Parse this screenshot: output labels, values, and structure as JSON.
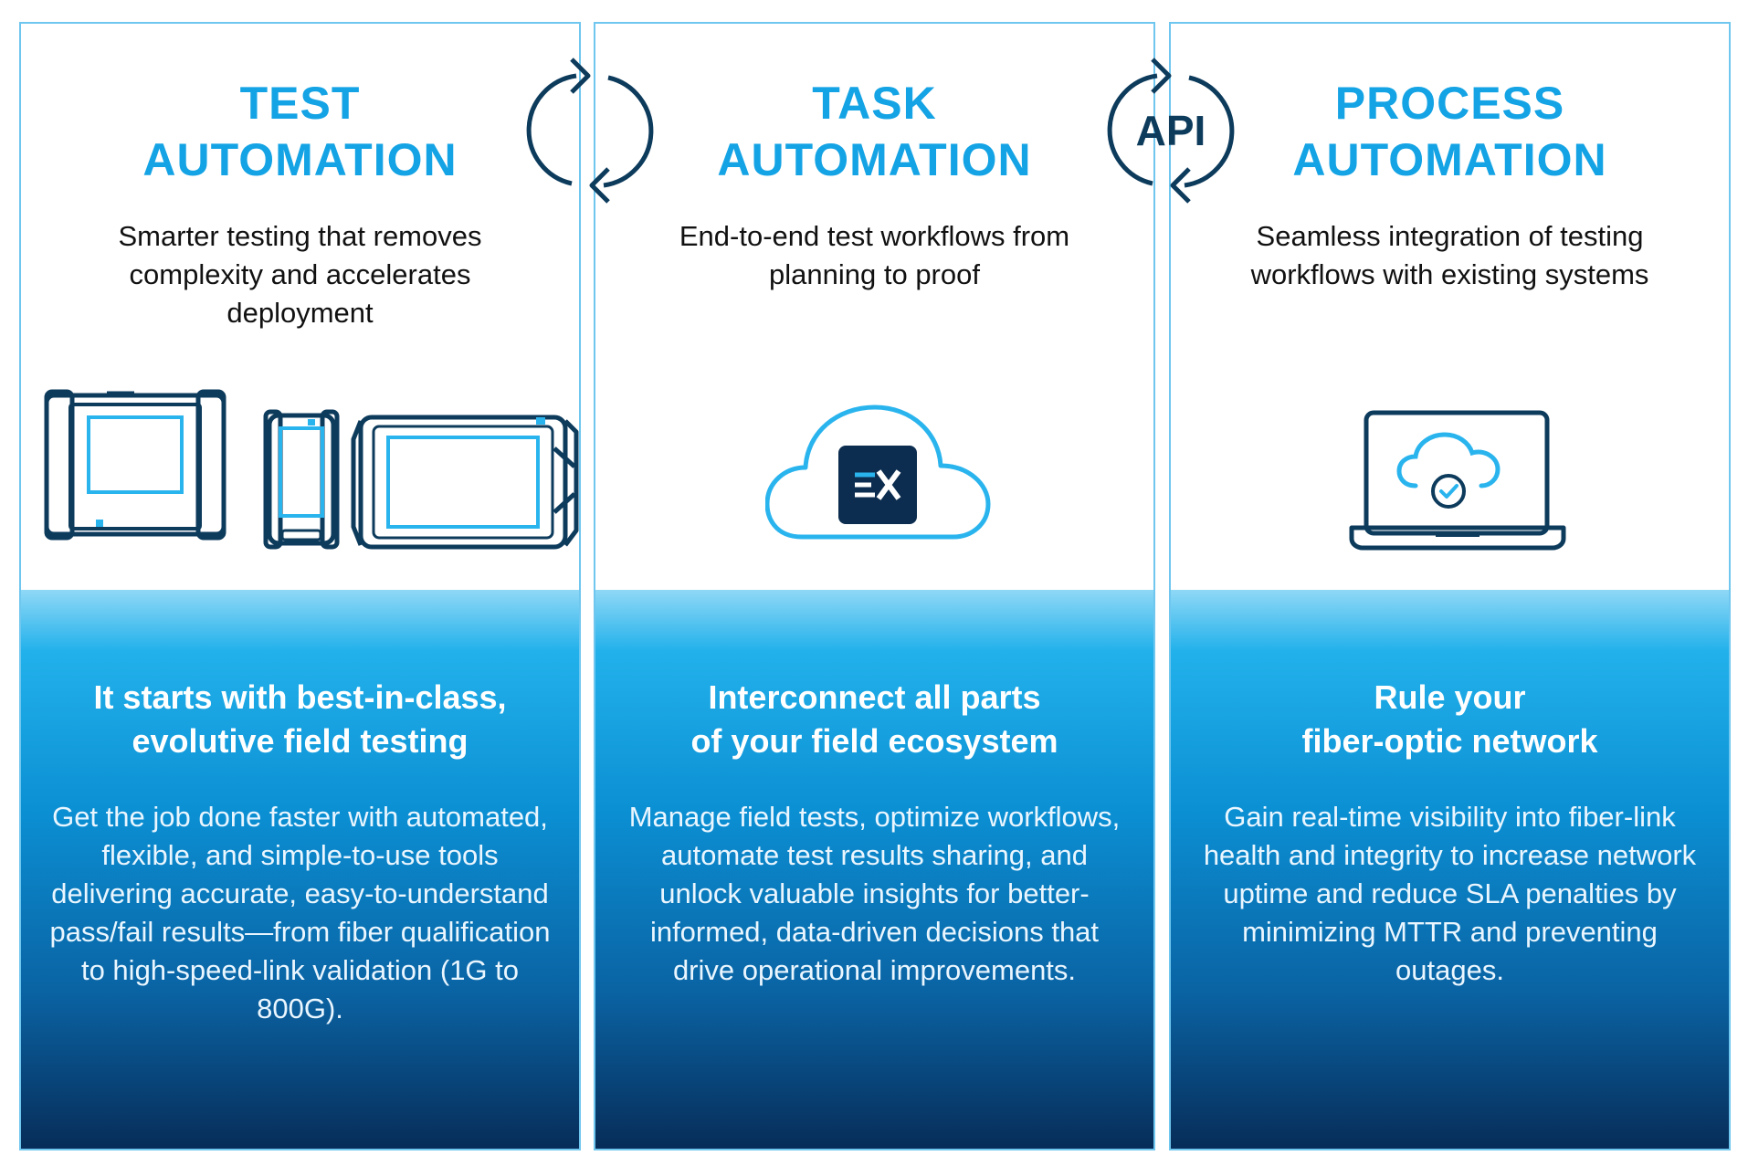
{
  "columns": [
    {
      "title_line1": "TEST",
      "title_line2": "AUTOMATION",
      "subtitle": "Smarter testing that removes complexity and accelerates deployment",
      "illustration": "handheld-test-devices",
      "heading_line1": "It starts with best-in-class,",
      "heading_line2": "evolutive field testing",
      "body": "Get the job done faster with automated, flexible, and simple-to-use tools delivering accurate, easy-to-understand pass/fail results—from fiber qualification to high-speed-link validation (1G to 800G)."
    },
    {
      "title_line1": "TASK",
      "title_line2": "AUTOMATION",
      "subtitle": "End-to-end test workflows from planning to proof",
      "illustration": "cloud-ex-logo",
      "logo_text": "EX",
      "heading_line1": "Interconnect all parts",
      "heading_line2": "of your field ecosystem",
      "body": "Manage field tests, optimize workflows, automate test results sharing, and unlock valuable insights for better-informed, data-driven decisions that drive operational improvements."
    },
    {
      "title_line1": "PROCESS",
      "title_line2": "AUTOMATION",
      "subtitle": "Seamless integration of testing workflows with existing systems",
      "illustration": "laptop-cloud-check",
      "heading_line1": "Rule your",
      "heading_line2": "fiber-optic network",
      "body": "Gain real-time visibility into fiber-link health and integrity to increase network uptime and reduce SLA penalties by minimizing MTTR and preventing outages."
    }
  ],
  "connectors": [
    {
      "icon": "cycle-arrows-icon",
      "label": ""
    },
    {
      "icon": "api-cycle-icon",
      "label": "API"
    }
  ],
  "colors": {
    "accent": "#14a3e4",
    "border": "#6fc6ef",
    "navy": "#0d3b5c",
    "logo_bg": "#0c2d4f",
    "gradient_top": "#22b1eb",
    "gradient_bottom": "#072d59"
  }
}
